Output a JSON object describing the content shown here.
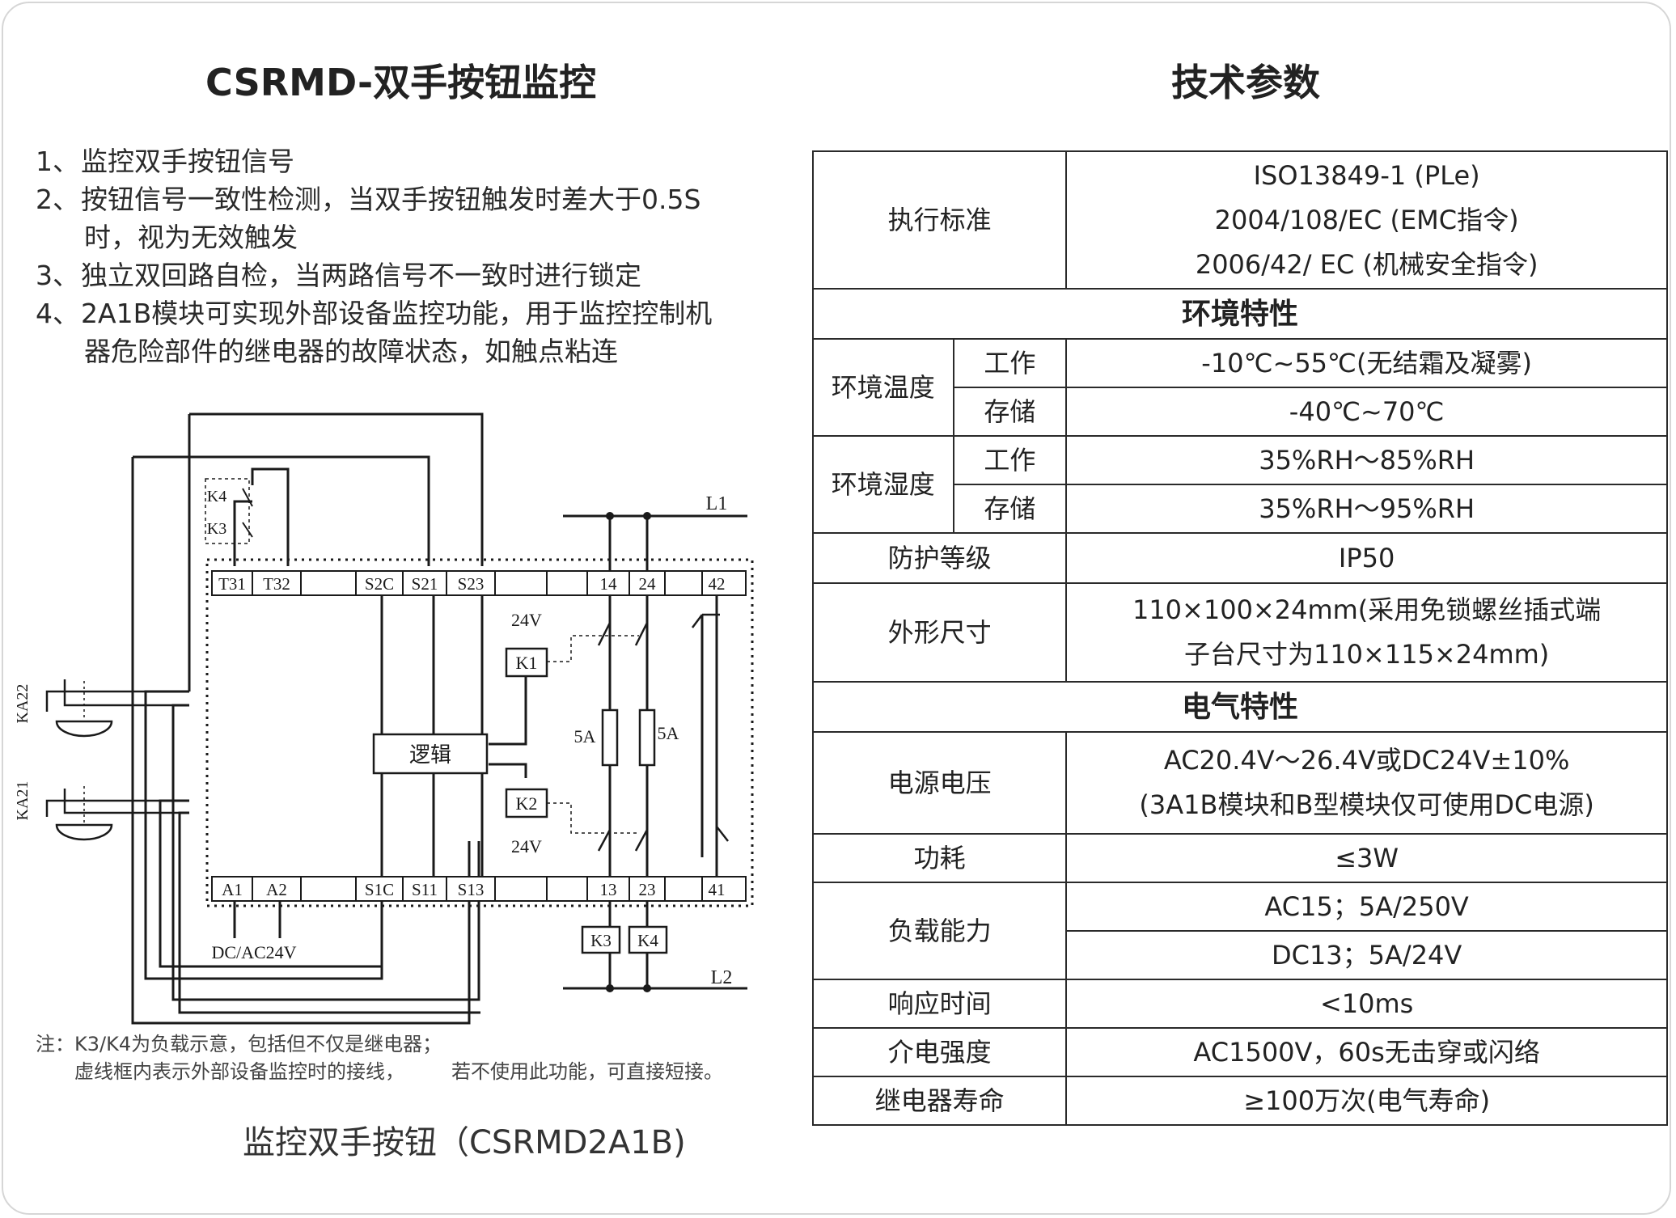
{
  "left_title": "CSRMD-双手按钮监控",
  "right_title": "技术参数",
  "features": [
    {
      "num": "1、",
      "lines": [
        "监控双手按钮信号"
      ]
    },
    {
      "num": "2、",
      "lines": [
        "按钮信号一致性检测，当双手按钮触发时差大于0.5S",
        "时，视为无效触发"
      ]
    },
    {
      "num": "3、",
      "lines": [
        "独立双回路自检，当两路信号不一致时进行锁定"
      ]
    },
    {
      "num": "4、",
      "lines": [
        "2A1B模块可实现外部设备监控功能，用于监控控制机",
        "器危险部件的继电器的故障状态，如触点粘连"
      ]
    }
  ],
  "diagram": {
    "top_terminals": [
      "T31",
      "T32",
      "S2C",
      "S21",
      "S23",
      "14",
      "24",
      "42"
    ],
    "bottom_terminals": [
      "A1",
      "A2",
      "S1C",
      "S11",
      "S13",
      "13",
      "23",
      "41"
    ],
    "logic_label": "逻辑",
    "relay_k1": "K1",
    "relay_k2": "K2",
    "relay_k3": "K3",
    "relay_k4": "K4",
    "voltage_top": "24V",
    "voltage_bottom": "24V",
    "fuse_left": "5A",
    "fuse_right": "5A",
    "line_l1": "L1",
    "line_l2": "L2",
    "supply": "DC/AC24V",
    "button_ka22": "KA22",
    "button_ka21": "KA21",
    "k4_label": "K4",
    "k3_label": "K3"
  },
  "note": {
    "line1": "注：K3/K4为负载示意，包括但不仅是继电器；",
    "line2a": "虚线框内表示外部设备监控时的接线，",
    "line2b": "若不使用此功能，可直接短接。"
  },
  "caption": "监控双手按钮（CSRMD2A1B)",
  "table": {
    "standard_label": "执行标准",
    "standard_values": [
      "ISO13849-1 (PLe)",
      "2004/108/EC (EMC指令)",
      "2006/42/ EC (机械安全指令)"
    ],
    "env_section": "环境特性",
    "temp_label": "环境温度",
    "humid_label": "环境湿度",
    "work": "工作",
    "store": "存储",
    "temp_work": "-10℃~55℃(无结霜及凝雾)",
    "temp_store": "-40℃~70℃",
    "humid_work": "35%RH～85%RH",
    "humid_store": "35%RH～95%RH",
    "ip_label": "防护等级",
    "ip_value": "IP50",
    "size_label": "外形尺寸",
    "size_values": [
      "110×100×24mm(采用免锁螺丝插式端",
      "子台尺寸为110×115×24mm)"
    ],
    "elec_section": "电气特性",
    "power_label": "电源电压",
    "power_values": [
      "AC20.4V～26.4V或DC24V±10%",
      "(3A1B模块和B型模块仅可使用DC电源)"
    ],
    "consumption_label": "功耗",
    "consumption_value": "≤3W",
    "load_label": "负载能力",
    "load_values": [
      "AC15；5A/250V",
      "DC13；5A/24V"
    ],
    "response_label": "响应时间",
    "response_value": "<10ms",
    "dielectric_label": "介电强度",
    "dielectric_value": "AC1500V，60s无击穿或闪络",
    "relay_life_label": "继电器寿命",
    "relay_life_value": "≥100万次(电气寿命)"
  }
}
